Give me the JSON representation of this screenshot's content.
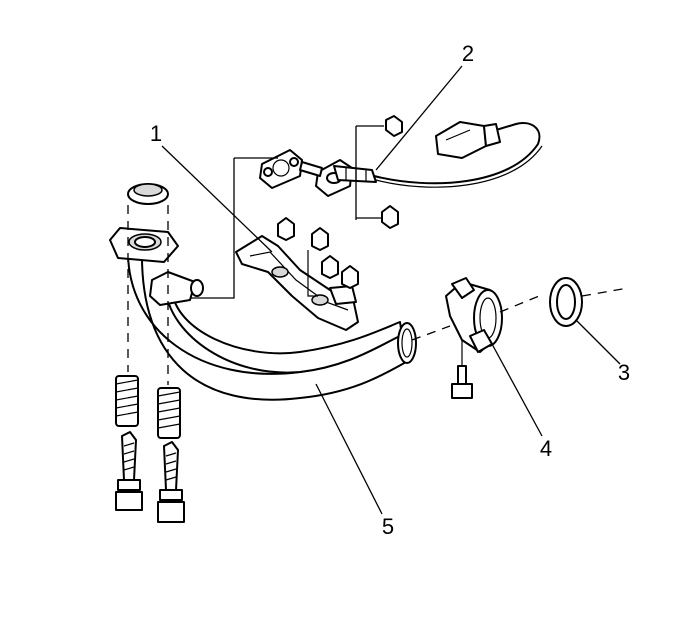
{
  "callouts": [
    "1",
    "2",
    "3",
    "4",
    "5"
  ]
}
